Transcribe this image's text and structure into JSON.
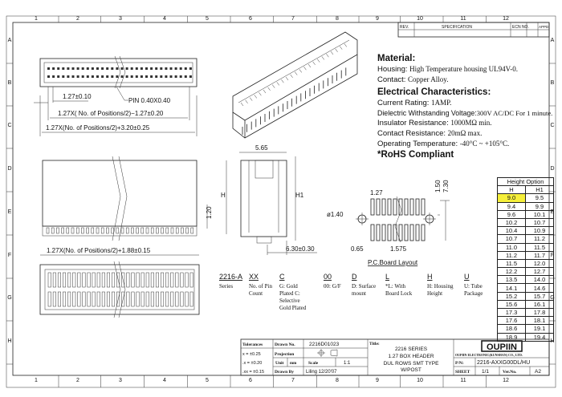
{
  "frame": {
    "columns": [
      "1",
      "2",
      "3",
      "4",
      "5",
      "6",
      "7",
      "8",
      "9",
      "10",
      "11",
      "12"
    ],
    "rows": [
      "A",
      "B",
      "C",
      "D",
      "E",
      "F",
      "G",
      "H"
    ]
  },
  "revision_block": {
    "rev": "REV.",
    "spec": "SPECIFICATION",
    "ecn": "ECN NO.",
    "appd": "APPD."
  },
  "specs": {
    "material_heading": "Material:",
    "housing_label": "Housing:",
    "housing_value": "High Temperature housing UL94V-0.",
    "contact_label": "Contact:",
    "contact_value": "Copper Alloy.",
    "electrical_heading": "Electrical Characteristics:",
    "current_label": "Current Rating:",
    "current_value": "1AMP.",
    "dielectric_label": "Dielectric Withstanding Voltage:",
    "dielectric_value": "300V AC/DC For 1 minute.",
    "insulator_label": "Insulator Resistance:",
    "insulator_value": "1000MΩ min.",
    "contact_res_label": "Contact Resistance:",
    "contact_res_value": "20mΩ max.",
    "temp_label": "Operating Temperature:",
    "temp_value": "-40°C ~ +105°C.",
    "rohs": "*RoHS Compliant"
  },
  "dimensions": {
    "pitch": "1.27±0.10",
    "pin": "PIN 0.40X0.40",
    "row_span": "1.27X( No. of Positions/2)−1.27±0.20",
    "overall": "1.27X(No. of Positions/2)+3.20±0.25",
    "width": "5.65",
    "h": "H",
    "h1": "H1",
    "foot": "1.20",
    "depth": "6.30±0.30",
    "bottom_overall": "1.27X(No. of Positions/2)+1.88±0.15"
  },
  "pcb": {
    "pitch": "1.27",
    "hole": "ø1.40",
    "pad_gap": "0.65",
    "pad_len": "1.575",
    "dim_150": "1.50",
    "dim_730": "7.30",
    "title": "P.C.Board Layout"
  },
  "part_code": [
    {
      "code": "2216-A",
      "desc": "Series"
    },
    {
      "code": "XX",
      "desc": "No. of Pin Count"
    },
    {
      "code": "C",
      "desc": "G: Gold Plated C: Selective Gold Plated"
    },
    {
      "code": "00",
      "desc": "00: G/F"
    },
    {
      "code": "D",
      "desc": "D: Surface mount"
    },
    {
      "code": "L",
      "desc": "*L: With Board Lock"
    },
    {
      "code": "H",
      "desc": "H: Housing Height"
    },
    {
      "code": "U",
      "desc": "U: Tube Package"
    }
  ],
  "height_table": {
    "title": "Height Option",
    "headers": [
      "H",
      "H1"
    ],
    "highlight_color": "#f5ef3a",
    "rows": [
      [
        "9.0",
        "9.5"
      ],
      [
        "9.4",
        "9.9"
      ],
      [
        "9.6",
        "10.1"
      ],
      [
        "10.2",
        "10.7"
      ],
      [
        "10.4",
        "10.9"
      ],
      [
        "10.7",
        "11.2"
      ],
      [
        "11.0",
        "11.5"
      ],
      [
        "11.2",
        "11.7"
      ],
      [
        "11.5",
        "12.0"
      ],
      [
        "12.2",
        "12.7"
      ],
      [
        "13.5",
        "14.0"
      ],
      [
        "14.1",
        "14.6"
      ],
      [
        "15.2",
        "15.7"
      ],
      [
        "15.6",
        "16.1"
      ],
      [
        "17.3",
        "17.8"
      ],
      [
        "17.6",
        "18.1"
      ],
      [
        "18.6",
        "19.1"
      ],
      [
        "18.9",
        "19.4"
      ]
    ]
  },
  "title_block": {
    "tolerances": "Tolerances",
    "tol_x": "x = ±0.25",
    "tol_x1": ".x = ±0.20",
    "tol_x2": ".xx = ±0.15",
    "drawn_no_label": "Drawn No.",
    "drawn_no": "2216D01023",
    "projection_label": "Projection",
    "unit_label": "Unit",
    "unit": "mm",
    "scale_label": "Scale",
    "scale": "1:1",
    "drawn_by_label": "Drawn By",
    "drawn_by": "Liling 12/20'07",
    "title_label": "Title:",
    "title_lines": [
      "2216 SERIES",
      "1.27 BOX HEADER",
      "DUL ROWS   SMT TYPE",
      "W/POST"
    ],
    "logo": "OUPIIN",
    "company": "OUPIIN ELECTRONIC(KUNSHAN) CO., LTD.",
    "pn_label": "P/N:",
    "pn": "2216-AXXG00DL/HU",
    "sheet_label": "SHEET",
    "sheet": "1/1",
    "ver_label": "Ver.No.",
    "ver": "A2"
  }
}
